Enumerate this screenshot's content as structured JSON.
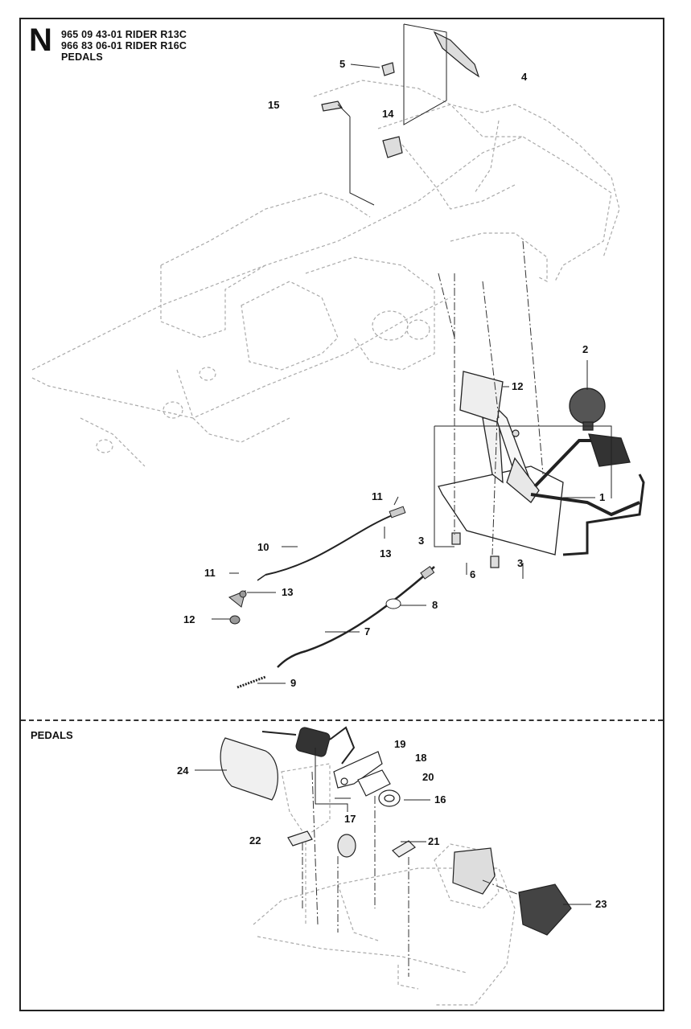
{
  "header": {
    "section_letter": "N",
    "lines": [
      "965 09 43-01 RIDER R13C",
      "966 83 06-01 RIDER R16C",
      "PEDALS"
    ]
  },
  "lower_section": {
    "title": "PEDALS"
  },
  "callouts_upper": [
    "5",
    "4",
    "15",
    "14",
    "2",
    "12",
    "1",
    "11",
    "3",
    "10",
    "13",
    "3",
    "6",
    "11",
    "13",
    "8",
    "12",
    "7",
    "9"
  ],
  "callouts_lower": [
    "19",
    "18",
    "24",
    "20",
    "16",
    "17",
    "22",
    "21",
    "23"
  ]
}
